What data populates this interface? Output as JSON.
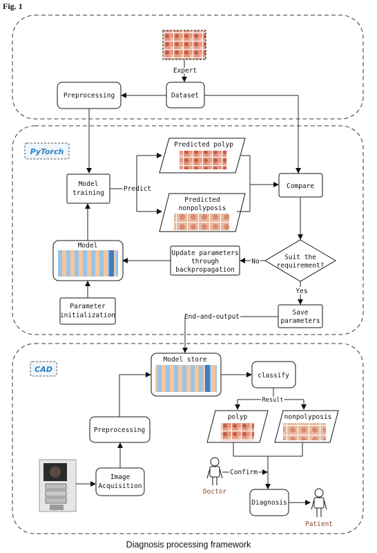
{
  "figure_label": "Fig. 1",
  "caption": "Diagnosis processing framework",
  "sections": {
    "pytorch_tag": "PyTorch",
    "cad_tag": "CAD"
  },
  "nodes": {
    "expert": "Expert",
    "dataset": "Dataset",
    "preprocessing_top": "Preprocessing",
    "predicted_polyp": "Predicted polyp",
    "predicted_nonpolyp_line1": "Predicted",
    "predicted_nonpolyp_line2": "nonpolyposis",
    "model_training_line1": "Model",
    "model_training_line2": "training",
    "predict": "Predict",
    "compare": "Compare",
    "model": "Model",
    "update_line1": "Update parameters",
    "update_line2": "through",
    "update_line3": "backpropagation",
    "suit_line1": "Suit the",
    "suit_line2": "requirement?",
    "no": "No",
    "yes": "Yes",
    "param_init_line1": "Parameter",
    "param_init_line2": "initialization",
    "save_line1": "Save",
    "save_line2": "parameters",
    "end_output": "End and output",
    "model_store": "Model store",
    "classify": "classify",
    "result": "Result",
    "polyp": "polyp",
    "nonpolyposis": "nonpolyposis",
    "preprocessing_cad": "Preprocessing",
    "image_acq_line1": "Image",
    "image_acq_line2": "Acquisition",
    "doctor": "Doctor",
    "confirm": "Confirm",
    "diagnosis": "Diagnosis",
    "patient": "Patient"
  },
  "colors": {
    "tag": "#2a7fc2",
    "role": "#8a4a2a",
    "tissue": "#d9735f",
    "layer_blue": "#6fa8dc",
    "layer_peach": "#f4c7a0"
  }
}
